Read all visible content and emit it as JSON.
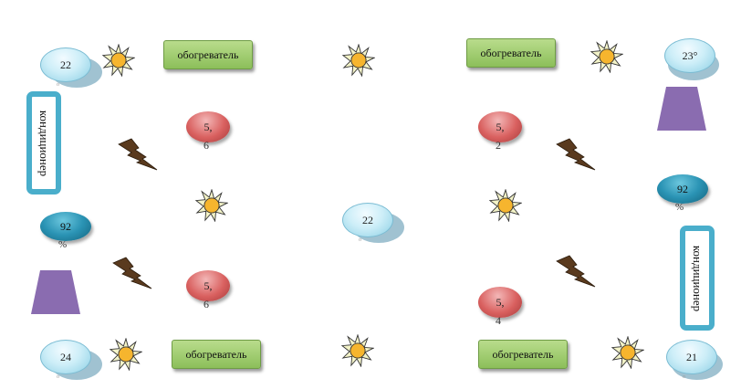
{
  "heaters": {
    "top_left": "обогреватель",
    "top_right": "обогреватель",
    "bottom_left": "обогреватель",
    "bottom_right": "обогреватель"
  },
  "air_conditioners": {
    "left": "кондиционер",
    "right": "кондиционер"
  },
  "temperatures": {
    "top_left": "22",
    "top_right": "23°",
    "center": "22",
    "bottom_left": "24",
    "bottom_right": "21"
  },
  "humidity": {
    "left": {
      "value": "92",
      "sub": "%"
    },
    "right": {
      "value": "92",
      "sub": "%"
    }
  },
  "co2": {
    "top_left": {
      "value": "5,",
      "sub": "6"
    },
    "top_right": {
      "value": "5,",
      "sub": "2"
    },
    "bottom_left": {
      "value": "5,",
      "sub": "6"
    },
    "bottom_right": {
      "value": "5,",
      "sub": "4"
    }
  },
  "colors": {
    "heater": "#9ccb6c",
    "air_conditioner_border": "#4aaecb",
    "temperature_bubble": "#cdeef8",
    "humidity_bubble": "#2a93b4",
    "co2_bubble": "#d9605f",
    "trapezoid": "#8a6cb0",
    "sun": "#f6b52e",
    "lightning": "#5a3a1e"
  },
  "icons": {
    "sun": "sun-icon",
    "lightning": "lightning-icon",
    "trapezoid": "trapezoid-icon"
  }
}
